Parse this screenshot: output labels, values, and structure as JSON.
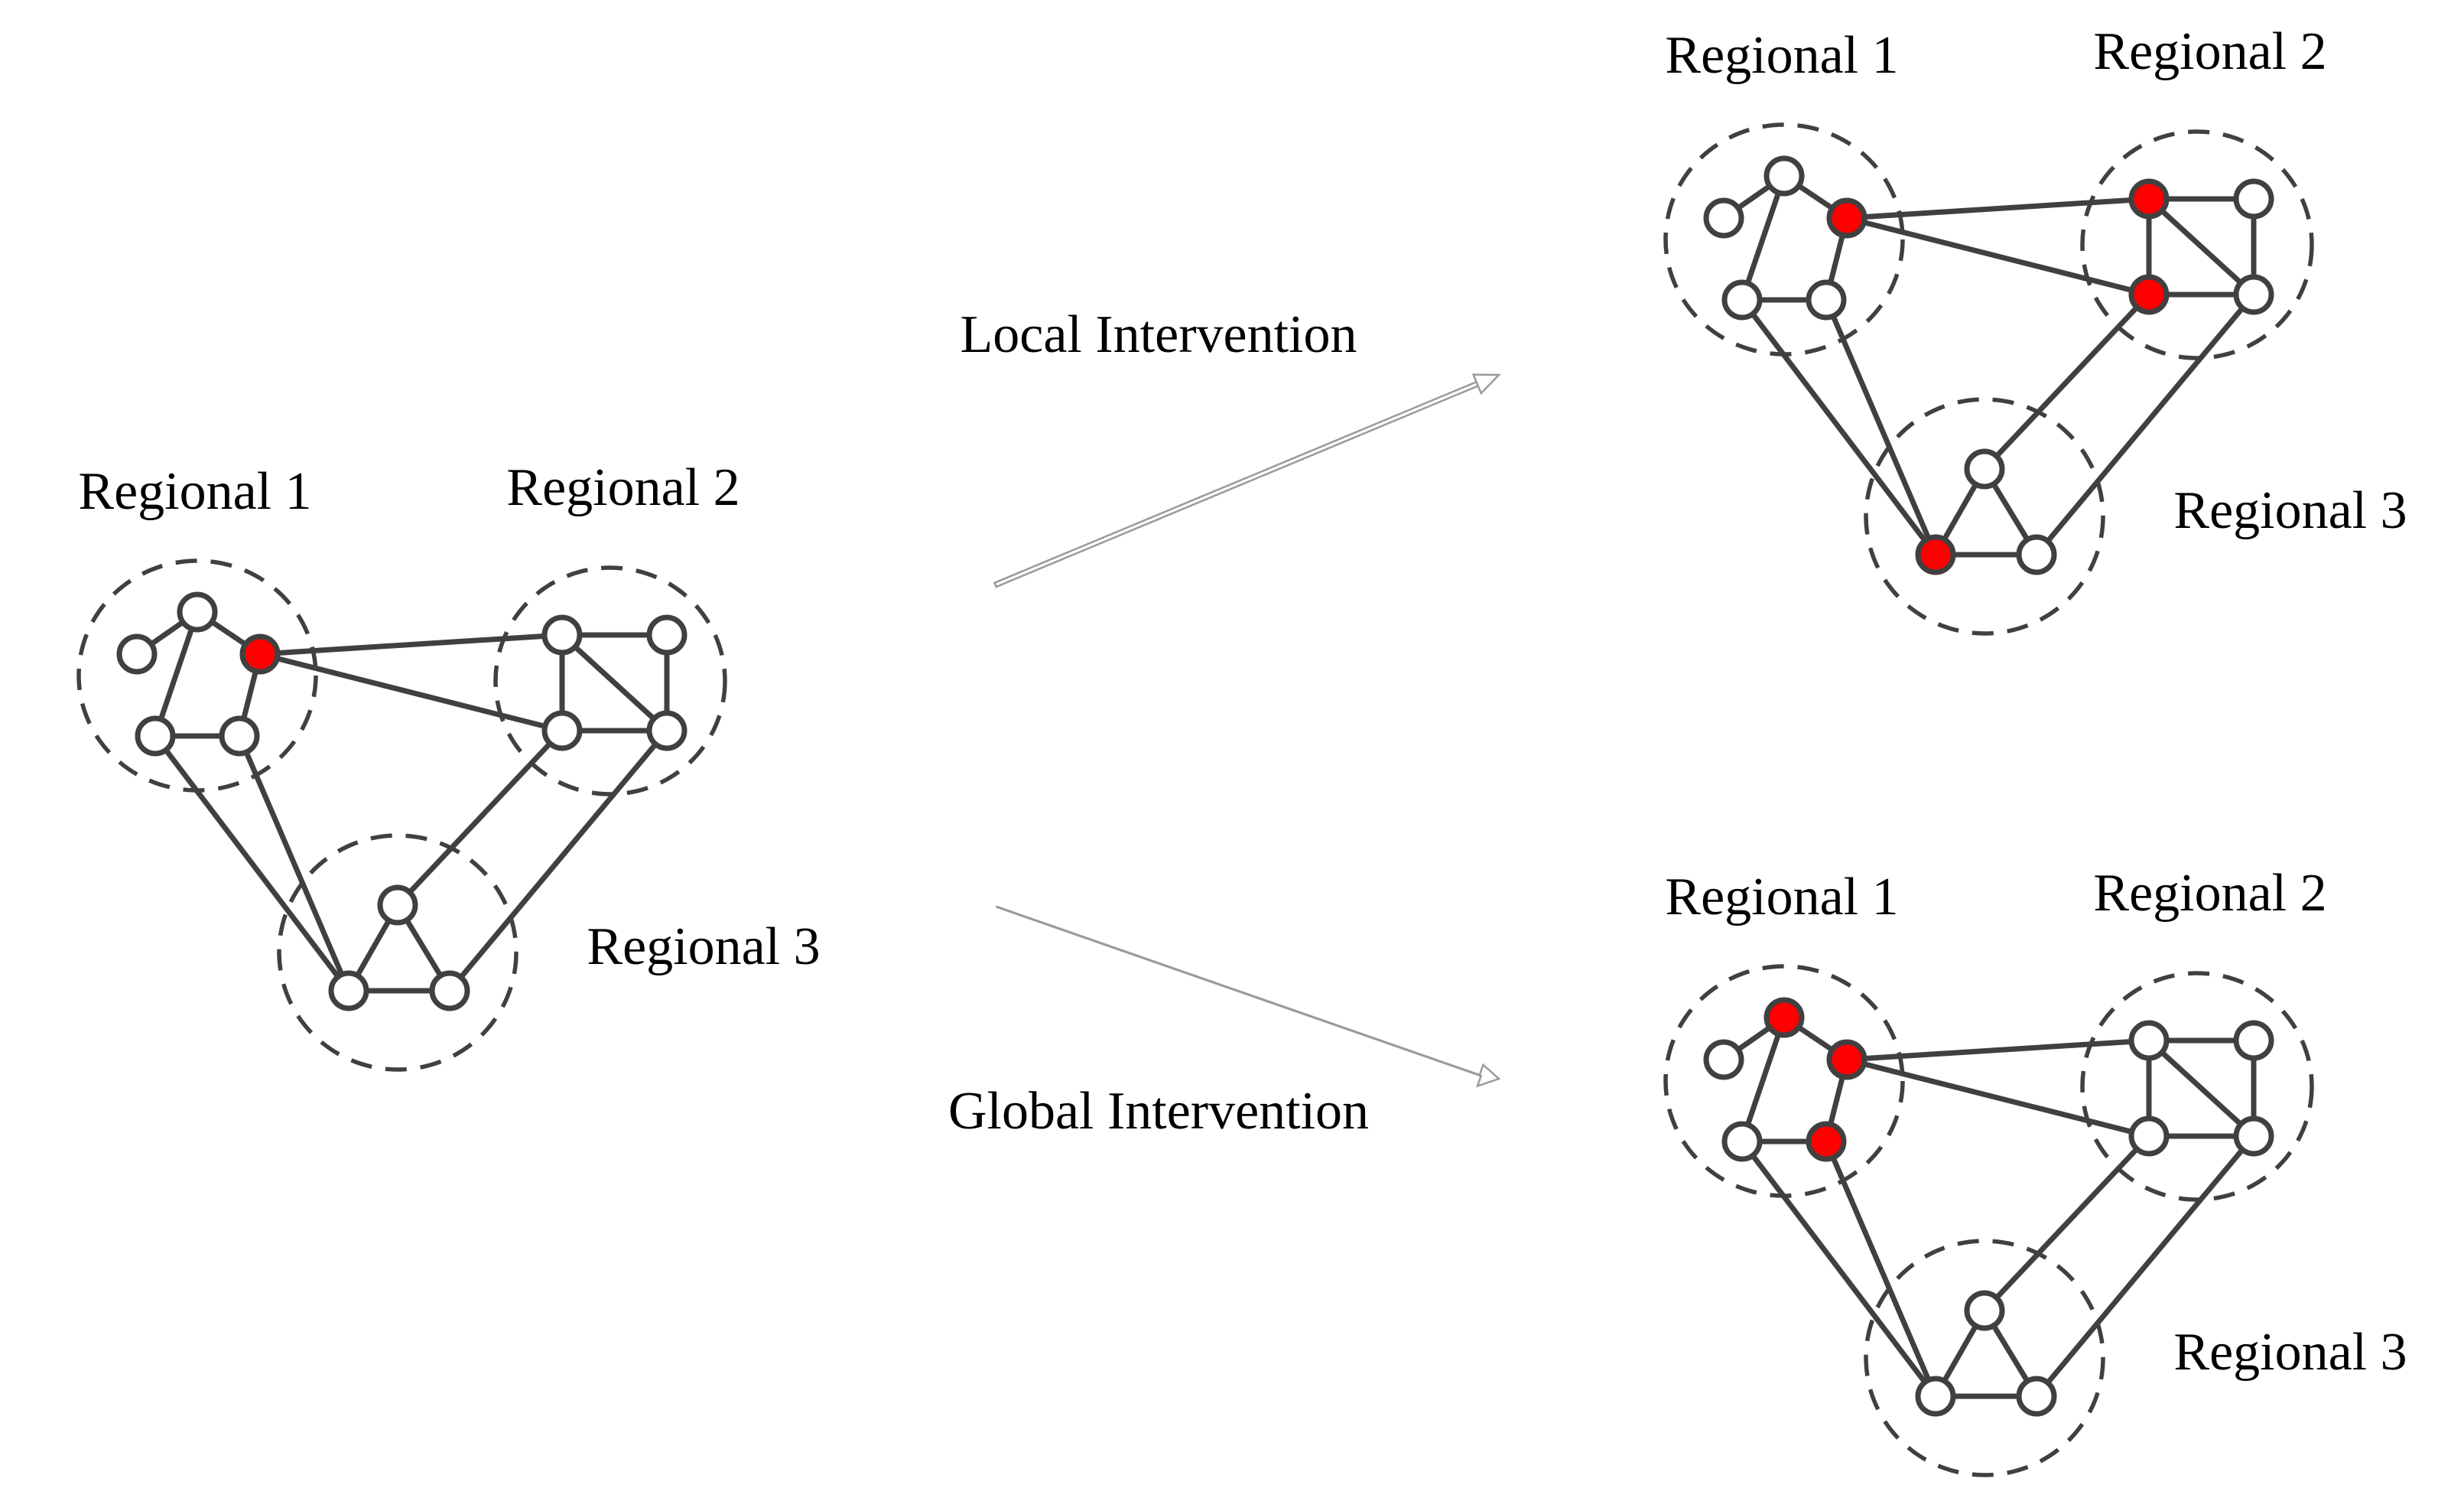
{
  "colors": {
    "active_node": "#ff0000",
    "inactive_node": "#ffffff",
    "stroke": "#404040"
  },
  "arrows": [
    {
      "id": "local",
      "label": "Local Intervention"
    },
    {
      "id": "global",
      "label": "Global Intervention"
    }
  ],
  "graphs": [
    {
      "id": "original",
      "region_labels": [
        "Regional 1",
        "Regional 2",
        "Regional 3"
      ],
      "active_nodes": [
        "r1c"
      ]
    },
    {
      "id": "local-result",
      "region_labels": [
        "Regional 1",
        "Regional 2",
        "Regional 3"
      ],
      "active_nodes": [
        "r1c",
        "r2a",
        "r2c",
        "r3b"
      ]
    },
    {
      "id": "global-result",
      "region_labels": [
        "Regional 1",
        "Regional 2",
        "Regional 3"
      ],
      "active_nodes": [
        "r1a",
        "r1c",
        "r1e"
      ]
    }
  ]
}
